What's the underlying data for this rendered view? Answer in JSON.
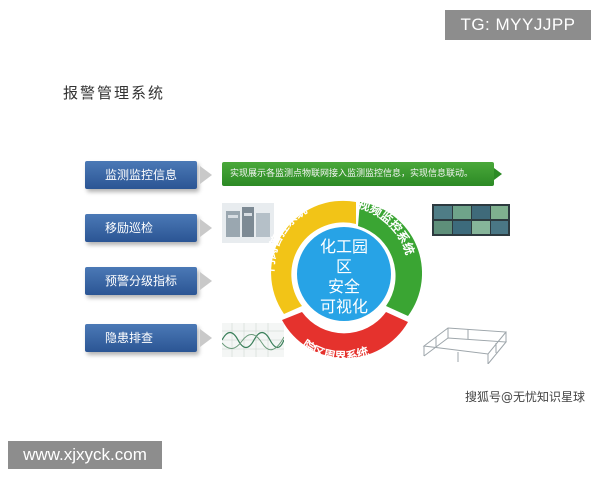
{
  "watermarks": {
    "top": "TG: MYYJJPP",
    "bottom": "www.xjxyck.com"
  },
  "title": "报警管理系统",
  "left_items": [
    "监测监控信息",
    "移励巡检",
    "预警分级指标",
    "隐患排查"
  ],
  "banner_text": "实现展示各监测点物联网接入监测监控信息，实现信息联动。",
  "center": {
    "lines": [
      "化工园",
      "区",
      "安全",
      "可视化"
    ]
  },
  "ring_segments": [
    "门岗管控系统",
    "视频监控系统",
    "院区周界系统"
  ],
  "colors": {
    "yellow": "#f2c417",
    "green": "#3aa533",
    "red": "#e5322d",
    "center": "#27a3e6",
    "button": "#2f5c9e"
  },
  "credit": "搜狐号@无忧知识星球"
}
